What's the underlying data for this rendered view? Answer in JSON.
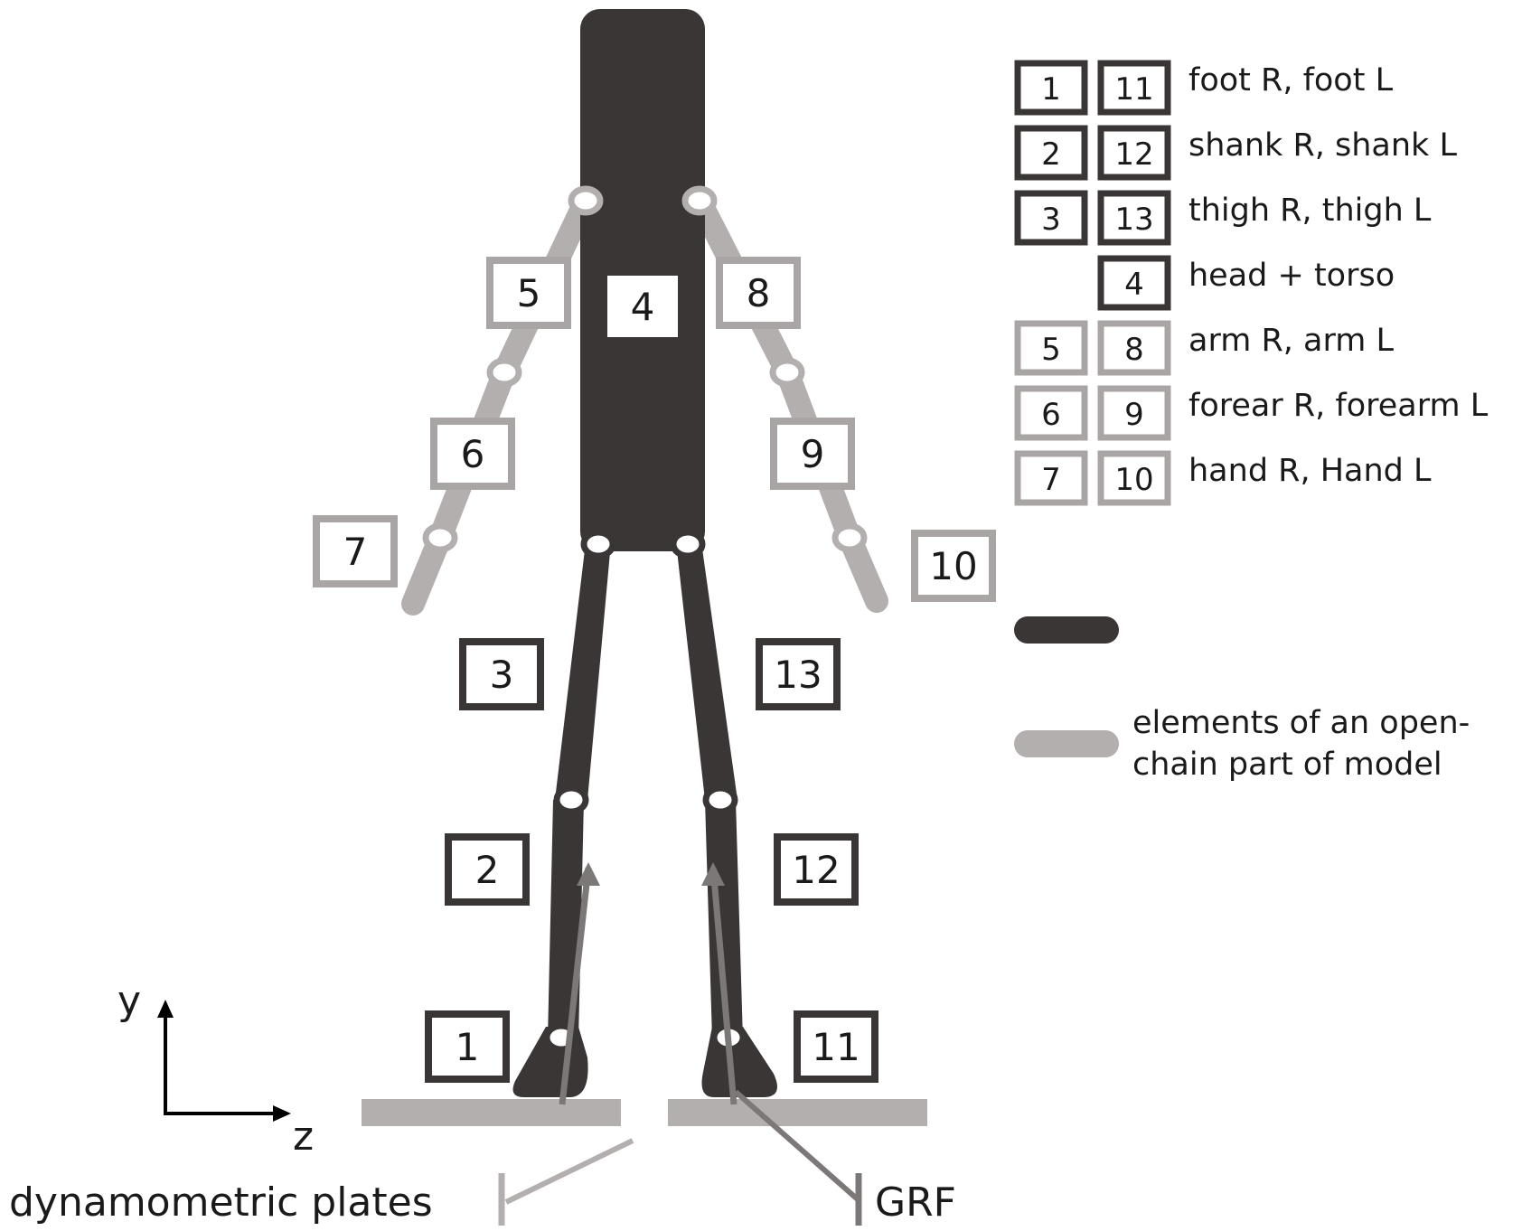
{
  "colors": {
    "dark": "#3a3636",
    "light": "#b3afae",
    "grf_arrow": "#7c7878",
    "dark_box_stroke": "#3a3636",
    "light_box_stroke": "#a9a5a4",
    "text": "#1a1a1a"
  },
  "segments": [
    {
      "num": "1",
      "part": "foot R",
      "group": "closed"
    },
    {
      "num": "2",
      "part": "shank R",
      "group": "closed"
    },
    {
      "num": "3",
      "part": "thigh R",
      "group": "closed"
    },
    {
      "num": "4",
      "part": "head + torso",
      "group": "closed"
    },
    {
      "num": "5",
      "part": "arm R",
      "group": "open"
    },
    {
      "num": "6",
      "part": "forear R",
      "group": "open"
    },
    {
      "num": "7",
      "part": "hand R",
      "group": "open"
    },
    {
      "num": "8",
      "part": "arm L",
      "group": "open"
    },
    {
      "num": "9",
      "part": "forearm L",
      "group": "open"
    },
    {
      "num": "10",
      "part": "Hand L",
      "group": "open"
    },
    {
      "num": "11",
      "part": "foot L",
      "group": "closed"
    },
    {
      "num": "12",
      "part": "shank L",
      "group": "closed"
    },
    {
      "num": "13",
      "part": "thigh L",
      "group": "closed"
    }
  ],
  "legend": {
    "rows": [
      {
        "left": "1",
        "right": "11",
        "text": "foot R, foot L",
        "tone": "dark"
      },
      {
        "left": "2",
        "right": "12",
        "text": "shank R, shank L",
        "tone": "dark"
      },
      {
        "left": "3",
        "right": "13",
        "text": "thigh R, thigh L",
        "tone": "dark"
      },
      {
        "left": "",
        "right": "4",
        "text": "head + torso",
        "tone": "dark"
      },
      {
        "left": "5",
        "right": "8",
        "text": "arm R, arm L",
        "tone": "light"
      },
      {
        "left": "6",
        "right": "9",
        "text": "forear R, forearm L",
        "tone": "light"
      },
      {
        "left": "7",
        "right": "10",
        "text": "hand R, Hand L",
        "tone": "light"
      }
    ],
    "open_chain_line1": "elements of an  open-",
    "open_chain_line2": "chain  part of model"
  },
  "axes": {
    "y_label": "y",
    "z_label": "z"
  },
  "labels": {
    "plates": "dynamometric plates",
    "grf": "GRF"
  }
}
